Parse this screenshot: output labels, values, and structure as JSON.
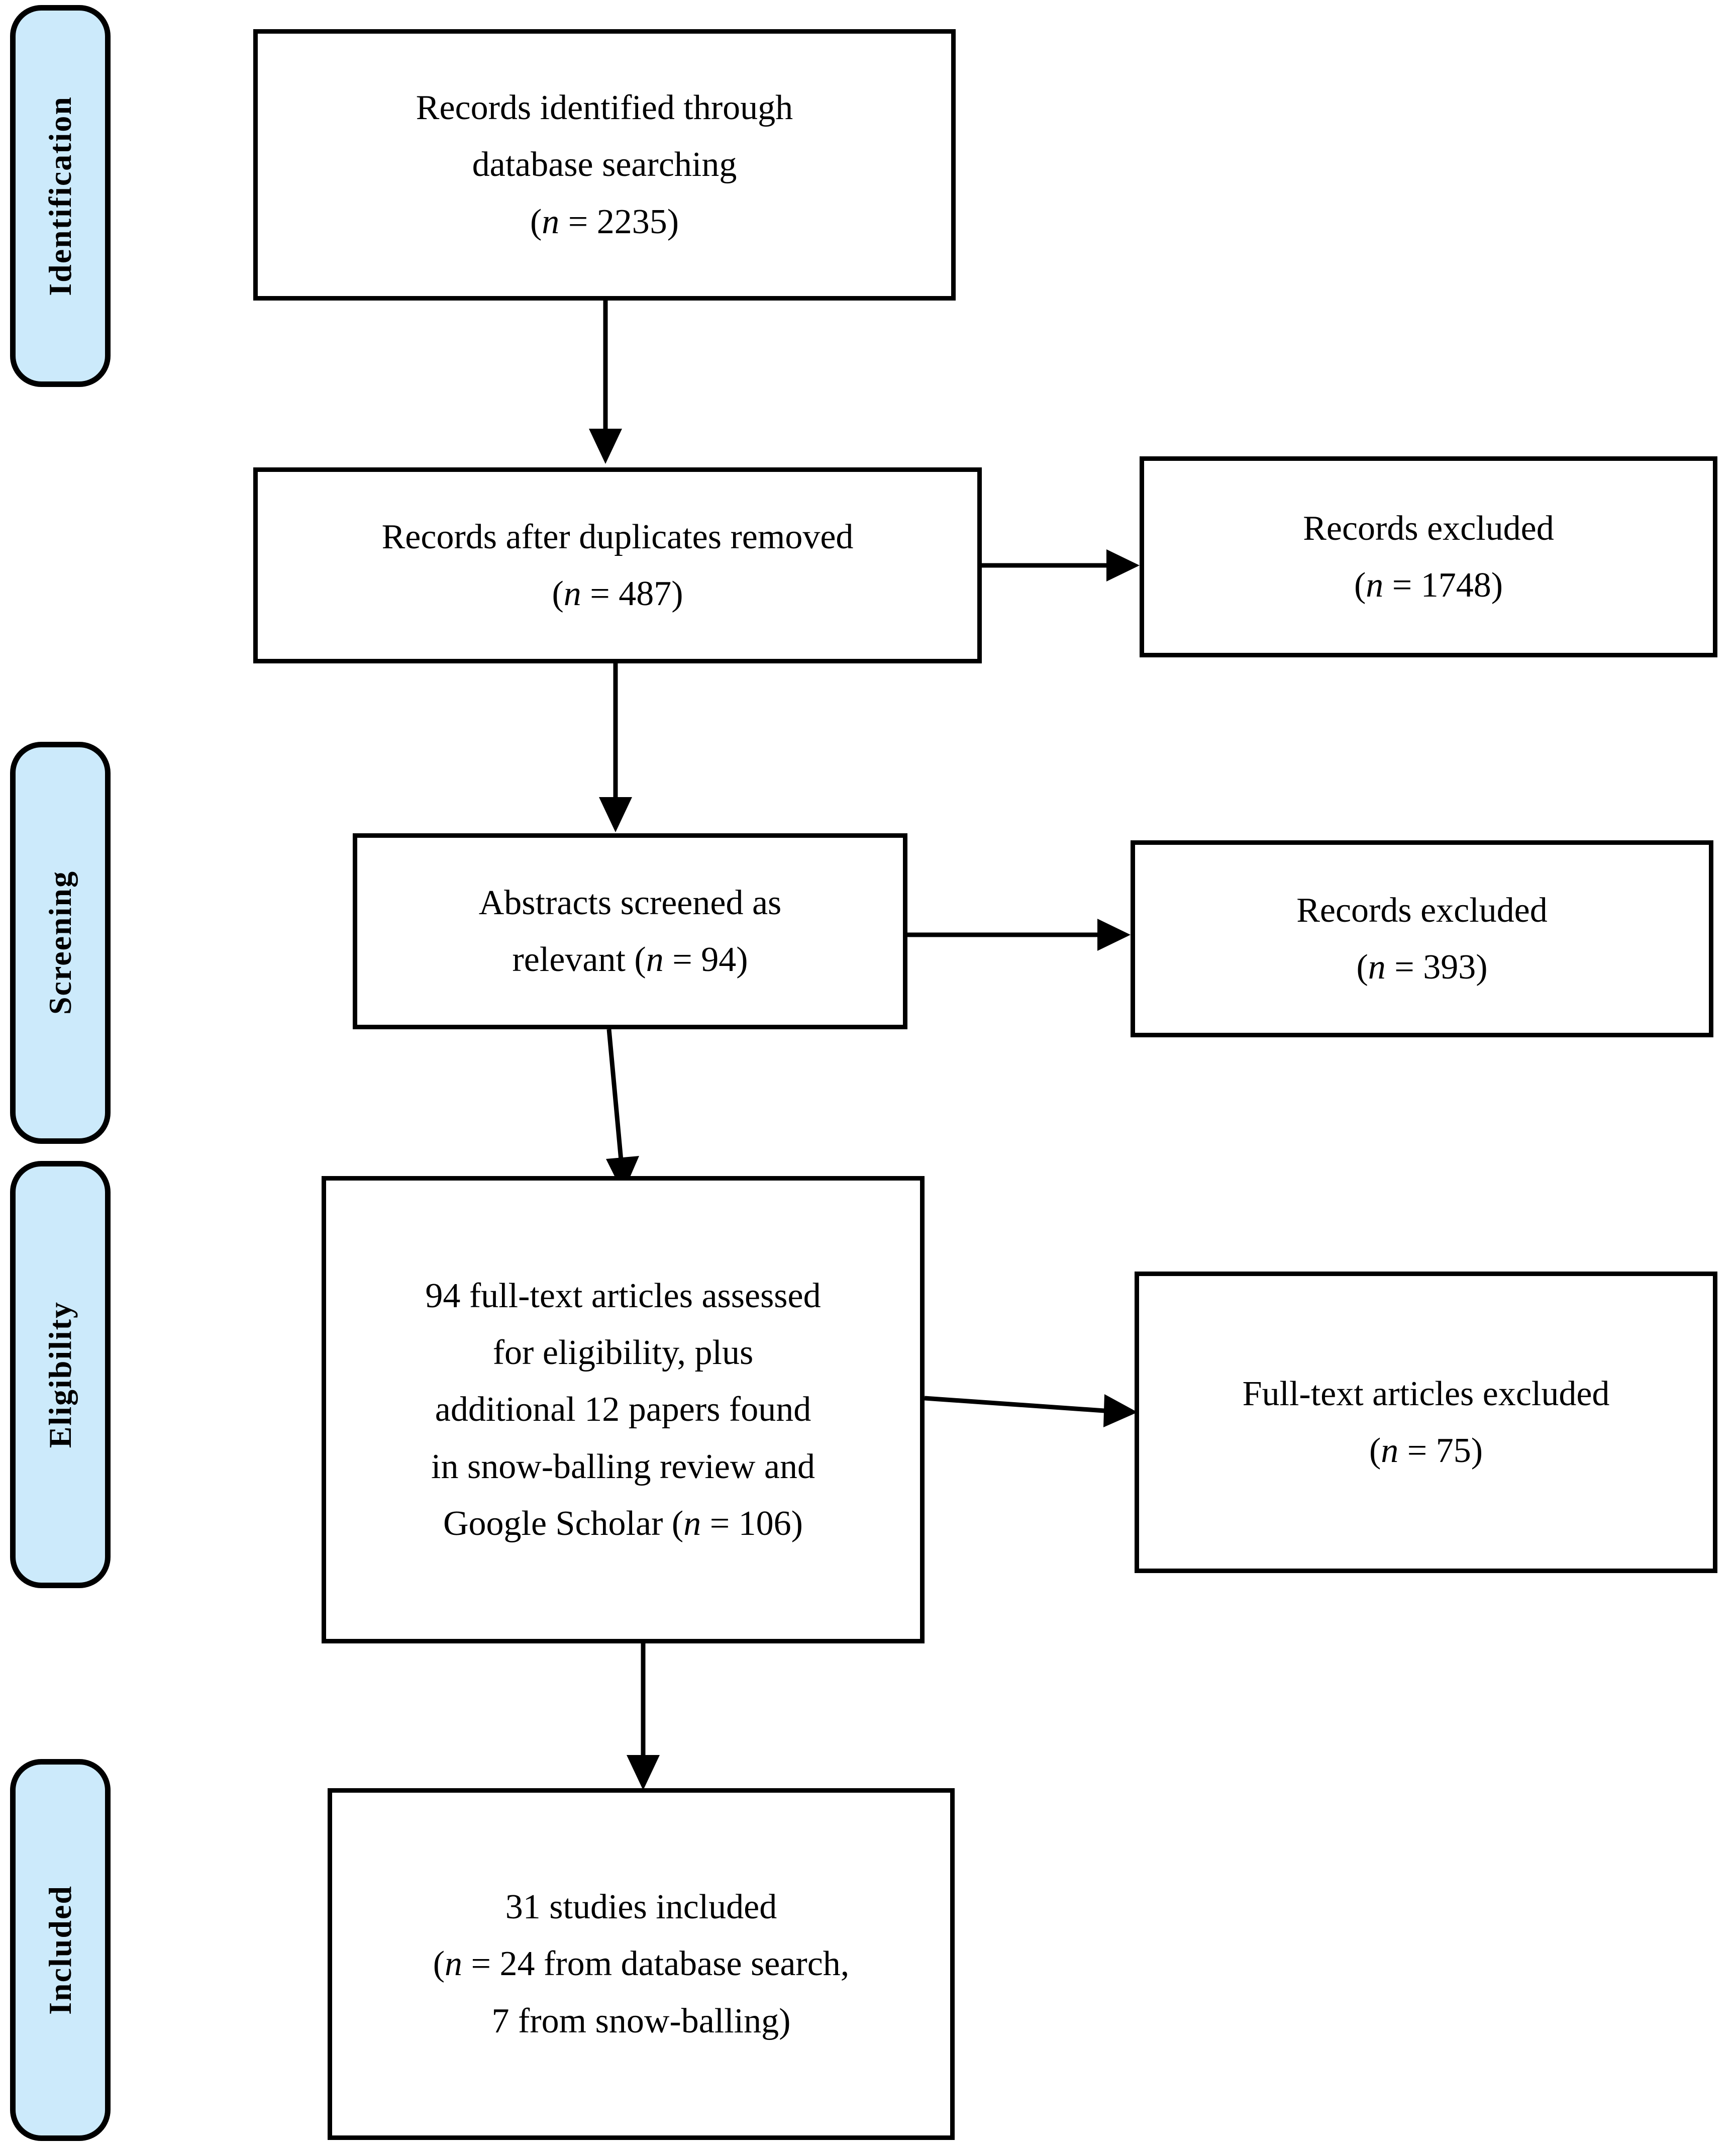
{
  "diagram": {
    "title": "PRISMA flow diagram",
    "accent_color": "#cceafb",
    "line_color": "#000000",
    "background": "#ffffff"
  },
  "stages": [
    {
      "id": "identification",
      "label": "Identification"
    },
    {
      "id": "screening",
      "label": "Screening"
    },
    {
      "id": "eligibility",
      "label": "Eligibility"
    },
    {
      "id": "included",
      "label": "Included"
    }
  ],
  "boxes": {
    "records_identified": {
      "id": "records-identified",
      "lines": [
        {
          "text": "Records identified through"
        },
        {
          "text": "database searching"
        },
        {
          "pre": "(",
          "italic": "n",
          "post": " = 2235)"
        }
      ],
      "n_label": "n",
      "n_value": "2235"
    },
    "duplicates_removed": {
      "id": "records-after-duplicates-removed",
      "lines": [
        {
          "text": "Records after duplicates removed"
        },
        {
          "pre": "(",
          "italic": "n",
          "post": " = 487)"
        }
      ],
      "n_label": "n",
      "n_value": "487"
    },
    "records_excluded_1": {
      "id": "records-excluded-duplicates",
      "lines": [
        {
          "text": "Records excluded"
        },
        {
          "pre": "(",
          "italic": "n",
          "post": " = 1748)"
        }
      ],
      "n_label": "n",
      "n_value": "1748"
    },
    "abstracts_screened": {
      "id": "abstracts-screened",
      "lines": [
        {
          "text": "Abstracts screened as"
        },
        {
          "pre": "relevant (",
          "italic": "n",
          "post": " = 94)"
        }
      ],
      "n_label": "n",
      "n_value": "94"
    },
    "records_excluded_2": {
      "id": "records-excluded-screening",
      "lines": [
        {
          "text": "Records excluded"
        },
        {
          "pre": "(",
          "italic": "n",
          "post": " = 393)"
        }
      ],
      "n_label": "n",
      "n_value": "393"
    },
    "fulltext_assessed": {
      "id": "full-text-assessed",
      "lines": [
        {
          "text": "94 full-text articles assessed"
        },
        {
          "text": "for eligibility, plus"
        },
        {
          "text": "additional 12 papers found"
        },
        {
          "text": "in snow-balling review and"
        },
        {
          "pre": "Google Scholar (",
          "italic": "n",
          "post": " = 106)"
        }
      ],
      "n_label": "n",
      "n_value": "106"
    },
    "fulltext_excluded": {
      "id": "full-text-excluded",
      "lines": [
        {
          "text": "Full-text articles excluded"
        },
        {
          "pre": "(",
          "italic": "n",
          "post": " = 75)"
        }
      ],
      "n_label": "n",
      "n_value": "75"
    },
    "studies_included": {
      "id": "studies-included",
      "lines": [
        {
          "text": "31 studies included"
        },
        {
          "pre": "(",
          "italic": "n",
          "post": " = 24 from database search,"
        },
        {
          "text": "7 from snow-balling)"
        }
      ],
      "n_label": "n",
      "n_value": "24"
    }
  },
  "connectors": [
    {
      "id": "arrow-identified-to-duplicates",
      "direction": "down"
    },
    {
      "id": "arrow-duplicates-to-excluded-1",
      "direction": "right"
    },
    {
      "id": "arrow-duplicates-to-abstracts",
      "direction": "down"
    },
    {
      "id": "arrow-abstracts-to-excluded-2",
      "direction": "right"
    },
    {
      "id": "arrow-abstracts-to-fulltext",
      "direction": "down"
    },
    {
      "id": "arrow-fulltext-to-excluded-3",
      "direction": "right"
    },
    {
      "id": "arrow-fulltext-to-included",
      "direction": "down"
    }
  ]
}
